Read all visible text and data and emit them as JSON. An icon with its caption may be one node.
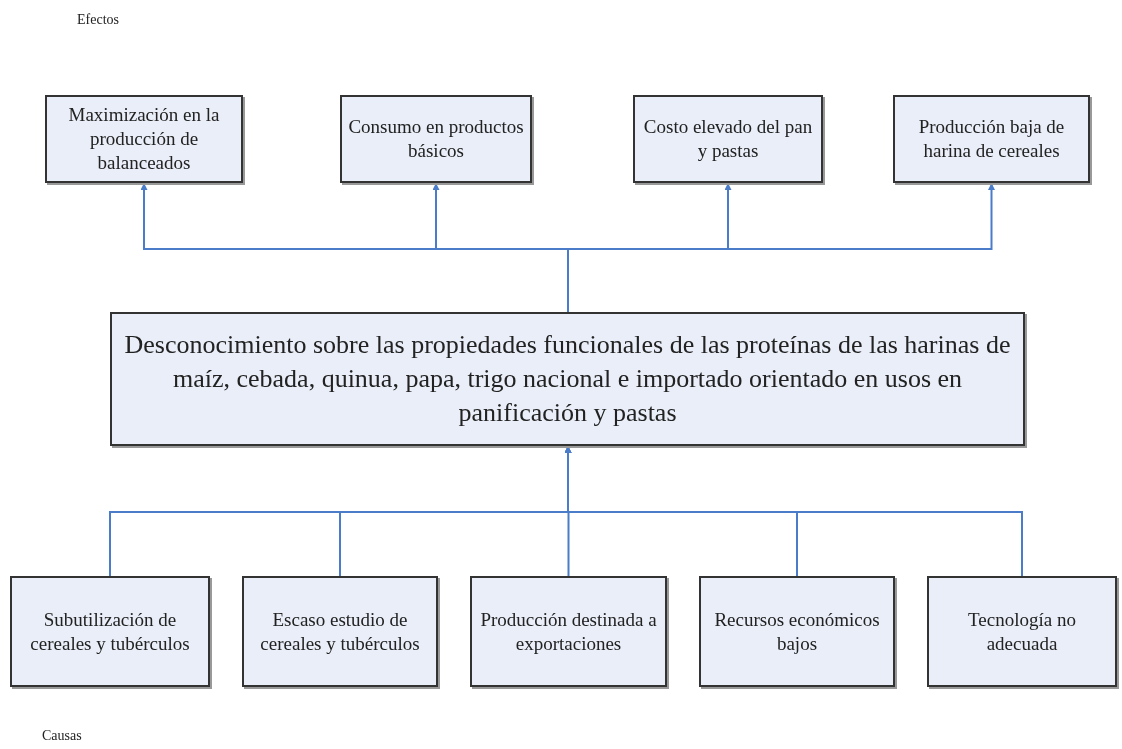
{
  "diagram": {
    "nodes": [
      {
        "text": [
          "Maximización en la producción de balanceados"
        ]
      },
      {
        "text": [
          "Consumo en productos básicos"
        ]
      },
      {
        "text": [
          "Costo elevado del pan y pastas"
        ]
      },
      {
        "text": [
          "Producción baja de harina de cereales"
        ]
      },
      {
        "text": [
          "Desconocimiento sobre las propiedades funcionales de las proteínas de las harinas de maíz, cebada, quinua, papa, trigo nacional e importado orientado en usos en panificación y pastas"
        ]
      },
      {
        "text": [
          "Subutilización de cereales y tubérculos"
        ]
      },
      {
        "text": [
          "Escaso estudio de cereales y tubérculos"
        ]
      },
      {
        "text": [
          "Producción destinada a exportaciones"
        ]
      },
      {
        "text": [
          "Recursos económicos bajos"
        ]
      },
      {
        "text": [
          "Tecnología no adecuada"
        ]
      }
    ],
    "edges": [
      {
        "from": 4,
        "to": 0,
        "arrow": "to"
      },
      {
        "from": 4,
        "to": 1,
        "arrow": "to"
      },
      {
        "from": 4,
        "to": 2,
        "arrow": "to"
      },
      {
        "from": 4,
        "to": 3,
        "arrow": "to"
      },
      {
        "from": 5,
        "to": 4,
        "arrow": "to"
      },
      {
        "from": 6,
        "to": 4,
        "arrow": "to"
      },
      {
        "from": 7,
        "to": 4,
        "arrow": "to"
      },
      {
        "from": 8,
        "to": 4,
        "arrow": "to"
      },
      {
        "from": 9,
        "to": 4,
        "arrow": "to"
      }
    ],
    "labels": [
      "Efectos",
      "Causas"
    ]
  }
}
